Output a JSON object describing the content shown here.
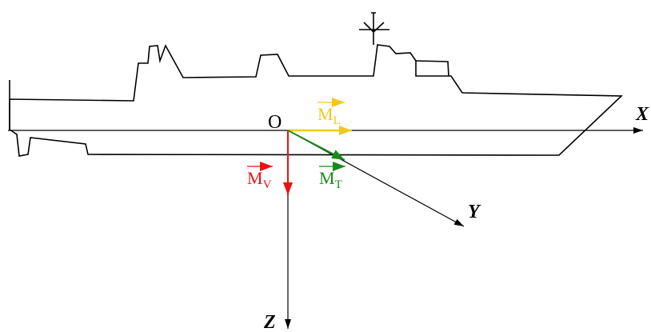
{
  "diagram": {
    "origin_label": "O",
    "axes": {
      "x": "X",
      "y": "Y",
      "z": "Z"
    },
    "vectors": {
      "longitudinal": {
        "symbol": "M",
        "subscript": "L",
        "color": "#f2c81e"
      },
      "transverse": {
        "symbol": "M",
        "subscript": "T",
        "color": "#1a8a1a"
      },
      "vertical": {
        "symbol": "M",
        "subscript": "V",
        "color": "#ee1111"
      }
    },
    "colors": {
      "line": "#000000",
      "background": "#ffffff"
    }
  }
}
